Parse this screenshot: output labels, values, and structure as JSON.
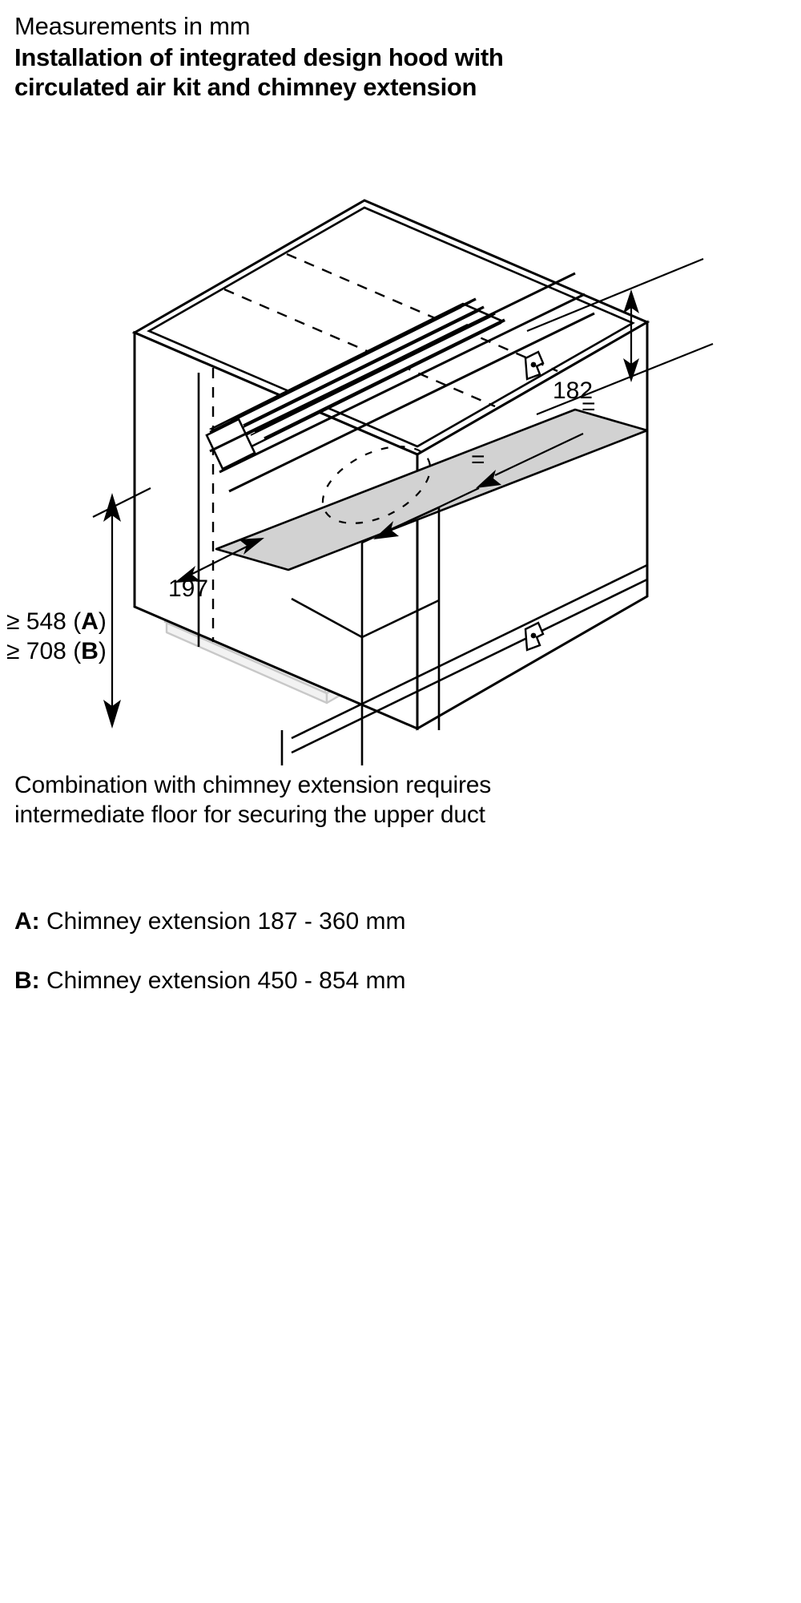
{
  "header": {
    "units": "Measurements in mm",
    "title_line1": "Installation of integrated design hood with",
    "title_line2": "circulated air kit and chimney extension"
  },
  "diagram": {
    "name": "integrated-design-hood-installation-isometric",
    "dimensions": {
      "height_182": "182",
      "depth_197": "197",
      "height_a": "≥ 548 (",
      "height_a_key": "A",
      "height_a_close": ")",
      "height_b": "≥ 708 (",
      "height_b_key": "B",
      "height_b_close": ")",
      "equal_mark_1": "=",
      "equal_mark_2": "="
    },
    "colors": {
      "line": "#000000",
      "panel_fill": "#d2d2d2",
      "ghost_line": "#c8c8c8",
      "ghost_fill": "#f2f2f2"
    }
  },
  "caption": {
    "line1": "Combination with chimney extension requires",
    "line2": "intermediate floor for securing the upper duct"
  },
  "legend": {
    "items": [
      {
        "key": "A:",
        "text": " Chimney extension 187 - 360 mm"
      },
      {
        "key": "B:",
        "text": " Chimney extension 450 - 854 mm"
      }
    ]
  }
}
